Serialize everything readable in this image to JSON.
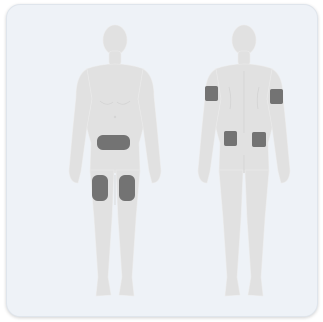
{
  "diagram": {
    "figures": [
      {
        "view": "front",
        "injection_sites": [
          "abdomen",
          "left-thigh",
          "right-thigh"
        ]
      },
      {
        "view": "back",
        "injection_sites": [
          "left-upper-arm",
          "right-upper-arm",
          "left-upper-buttock",
          "right-upper-buttock"
        ]
      }
    ],
    "colors": {
      "card_background": "#eef2f7",
      "card_border": "#dfe5ec",
      "body_fill": "#e1e1e1",
      "body_outline": "#ececec",
      "site_fill": "#737373"
    }
  }
}
